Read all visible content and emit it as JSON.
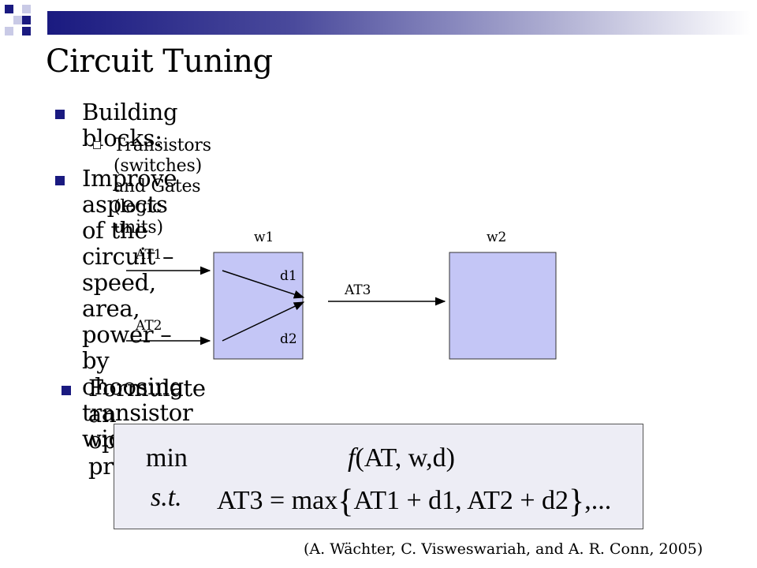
{
  "slide": {
    "title": "Circuit Tuning",
    "colors": {
      "accent": "#1a1a80",
      "block_fill": "#c4c6f6",
      "equation_bg": "#ededf5"
    }
  },
  "bullets": {
    "building_blocks": "Building blocks:",
    "building_blocks_sub": "Transistors (switches) and Gates (logic units)",
    "improve_line1": "Improve aspects of the circuit – speed, area,",
    "improve_line2": "power – by choosing transistor widths",
    "formulate": "Formulate an optimization problem"
  },
  "diagram": {
    "gate1_width": "w1",
    "gate2_width": "w2",
    "input1": "AT1",
    "input2": "AT2",
    "delay1": "d1",
    "delay2": "d2",
    "output": "AT3"
  },
  "equation": {
    "min_label": "min",
    "objective_name": "f",
    "objective_args": "(AT, w,d)",
    "st_label": "s.t.",
    "constraint_lhs": "AT3 = max",
    "constraint_terms": "AT1 + d1, AT2 + d2",
    "open_brace": "{",
    "close_brace": "}",
    "trailing": ",..."
  },
  "citation": "(A. Wächter, C. Visweswariah, and A. R. Conn, 2005)"
}
